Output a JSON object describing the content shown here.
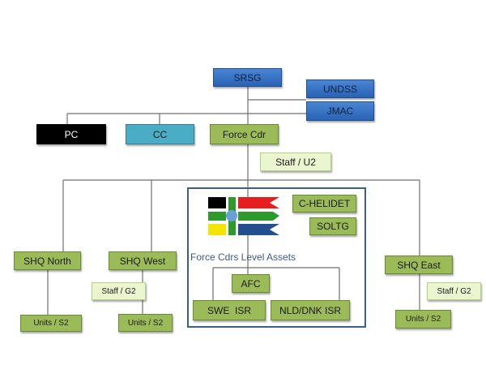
{
  "nodes": {
    "srsg": "SRSG",
    "undss": "UNDSS",
    "jmac": "JMAC",
    "pc": "PC",
    "cc": "CC",
    "force_cdr": "Force Cdr",
    "staff_u2": "Staff / U2",
    "shq_north": "SHQ North",
    "shq_west": "SHQ West",
    "shq_east": "SHQ East",
    "staff_g2_west": "Staff / G2",
    "staff_g2_east": "Staff / G2",
    "units_north": "Units / S2",
    "units_west": "Units / S2",
    "units_east": "Units / S2"
  },
  "assets": {
    "label": "Force Cdrs Level Assets",
    "c_helidet": "C-HELIDET",
    "soltg": "SOLTG",
    "afc": "AFC",
    "swe_isr": "SWE  ISR",
    "nld_dnk_isr": "NLD/DNK ISR"
  },
  "colors": {
    "blue": "#2a62b4",
    "green": "#9bbb59",
    "cyan": "#4bacc6",
    "line": "#7f7f7f"
  }
}
